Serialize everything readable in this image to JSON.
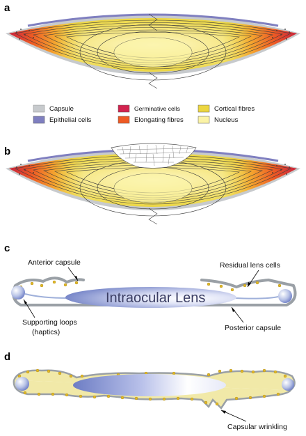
{
  "panels": {
    "a": "a",
    "b": "b",
    "c": "c",
    "d": "d"
  },
  "legend": [
    {
      "label": "Capsule",
      "color": "#c7cacd"
    },
    {
      "label": "Epithelial cells",
      "color": "#7f7fc0"
    },
    {
      "label": "Germinative cells",
      "color": "#d2234f"
    },
    {
      "label": "Elongating fibres",
      "color": "#ee5a24"
    },
    {
      "label": "Cortical fibres",
      "color": "#ecd640"
    },
    {
      "label": "Nucleus",
      "color": "#fbf3a6"
    }
  ],
  "panel_c": {
    "anterior_capsule": "Anterior capsule",
    "residual_lens_cells": "Residual lens cells",
    "intraocular_lens": "Intraocular Lens",
    "supporting_loops_line1": "Supporting loops",
    "supporting_loops_line2": "(haptics)",
    "posterior_capsule": "Posterior capsule"
  },
  "panel_d": {
    "capsular_wrinkling": "Capsular wrinkling"
  },
  "colors": {
    "capsule": "#c7cacd",
    "epithelial": "#7f7fc0",
    "germinative": "#d2234f",
    "elongating": "#ee5a24",
    "cortical": "#ecd640",
    "nucleus": "#fbf3a6",
    "lens_cells": "#e0b826",
    "iol_blue": "#6f7fc6"
  }
}
